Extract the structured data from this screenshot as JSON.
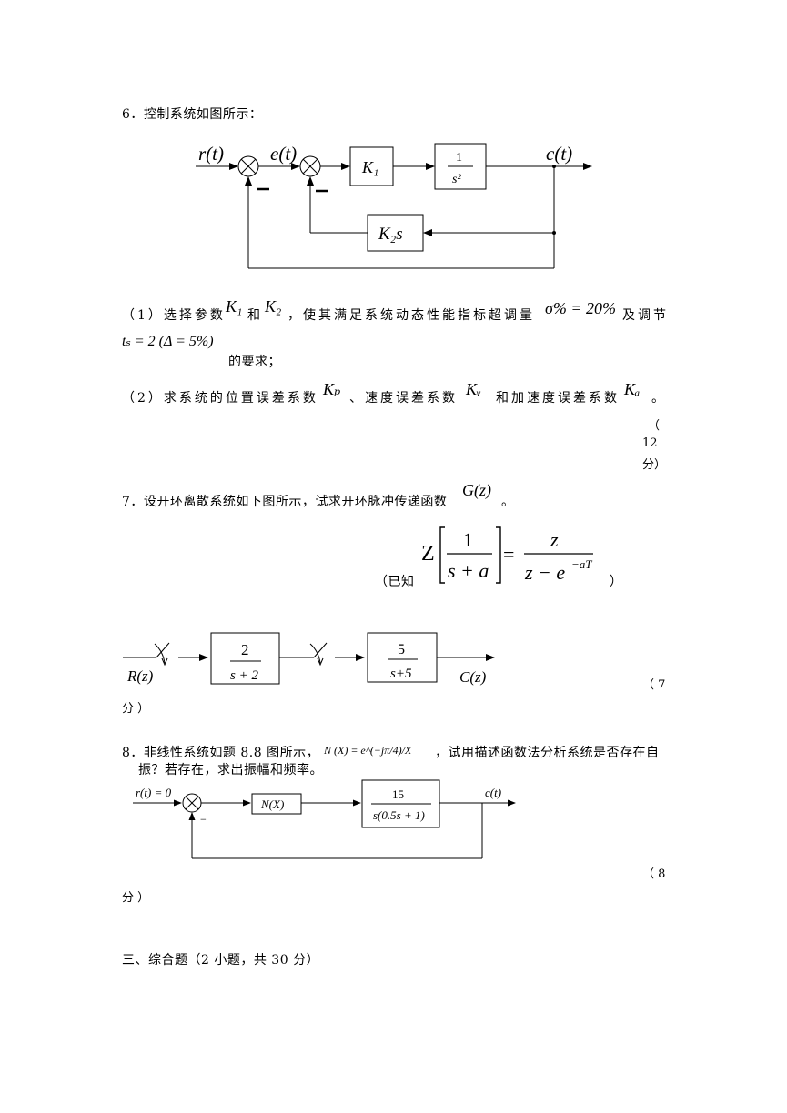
{
  "q6": {
    "title": "6．控制系统如图所示：",
    "diagram": {
      "input": "r(t)",
      "error": "e(t)",
      "output": "c(t)",
      "block_k1": "K₁",
      "block_plant_num": "1",
      "block_plant_den": "s²",
      "block_feedback": "K₂s",
      "sign1": "−",
      "sign2": "−"
    },
    "part1_a": "（1）选择参数",
    "part1_k1": "K₁",
    "part1_and": "和",
    "part1_k2": "K₂",
    "part1_b": "，使其满足系统动态性能指标超调量",
    "part1_sigma": "σ% = 20%",
    "part1_c": "及调节",
    "part1_ts": "tₛ = 2  (Δ = 5%)",
    "part1_d": "的要求；",
    "part2_a": "（2）求系统的位置误差系数",
    "part2_kp": "Kₚ",
    "part2_b": "、速度误差系数",
    "part2_kv": "Kᵥ",
    "part2_c": "和加速度误差系数",
    "part2_ka": "Kₐ",
    "part2_d": "。",
    "score_1": "（",
    "score_2": "12",
    "score_3": "分）"
  },
  "q7": {
    "title": "7．设开环离散系统如下图所示，试求开环脉冲传递函数",
    "gz": "G(z)",
    "title_end": "。",
    "known_open": "（已知",
    "known_close": "）",
    "formula": {
      "z": "Z",
      "num": "1",
      "den": "s + a",
      "eq": "=",
      "rnum": "z",
      "rden": "z − e",
      "rexp": "−aT"
    },
    "diagram": {
      "input": "R(z)",
      "output": "C(z)",
      "block1_num": "2",
      "block1_den": "s + 2",
      "block2_num": "5",
      "block2_den": "s+5"
    },
    "score_1": "（ 7",
    "score_2": "分 ）"
  },
  "q8": {
    "title_a": "8．非线性系统如题 8.8 图所示，",
    "nx": "N (X) = e^(−jπ/4)/X",
    "title_b": "，试用描述函数法分析系统是否存在自",
    "title_c": "振？若存在，求出振幅和频率。",
    "diagram": {
      "input": "r(t) = 0",
      "output": "c(t)",
      "block_n": "N(X)",
      "block_g_num": "15",
      "block_g_den": "s(0.5s + 1)",
      "sign": "−"
    },
    "score_1": "（ 8",
    "score_2": "分 ）"
  },
  "section3": "三、综合题（2 小题，共 30 分）"
}
